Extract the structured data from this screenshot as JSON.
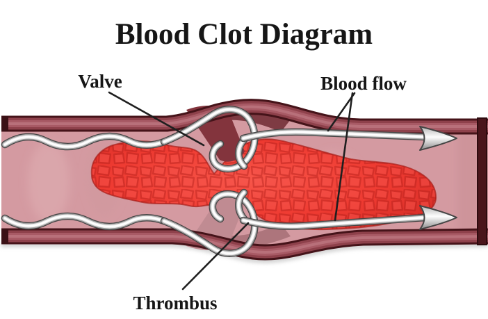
{
  "diagram": {
    "title": "Blood Clot Diagram",
    "labels": {
      "valve": "Valve",
      "blood_flow": "Blood flow",
      "thrombus": "Thrombus"
    },
    "icons": {
      "blood-flow-arrow": "silver arrow pointing right",
      "valve-leaflet": "silver hooked valve cusp",
      "leader-line": "thin black pointer line"
    },
    "colors": {
      "background": "#ffffff",
      "label_text": "#161616",
      "vessel_wall_dark": "#451319",
      "vessel_wall_mid": "#8e414b",
      "vessel_wall_light": "#b8707a",
      "lumen_pink": "#d49aa1",
      "clot_red": "#ee3a31",
      "clot_red_dark": "#b3201c",
      "arrow_silver": "#ececec"
    }
  }
}
